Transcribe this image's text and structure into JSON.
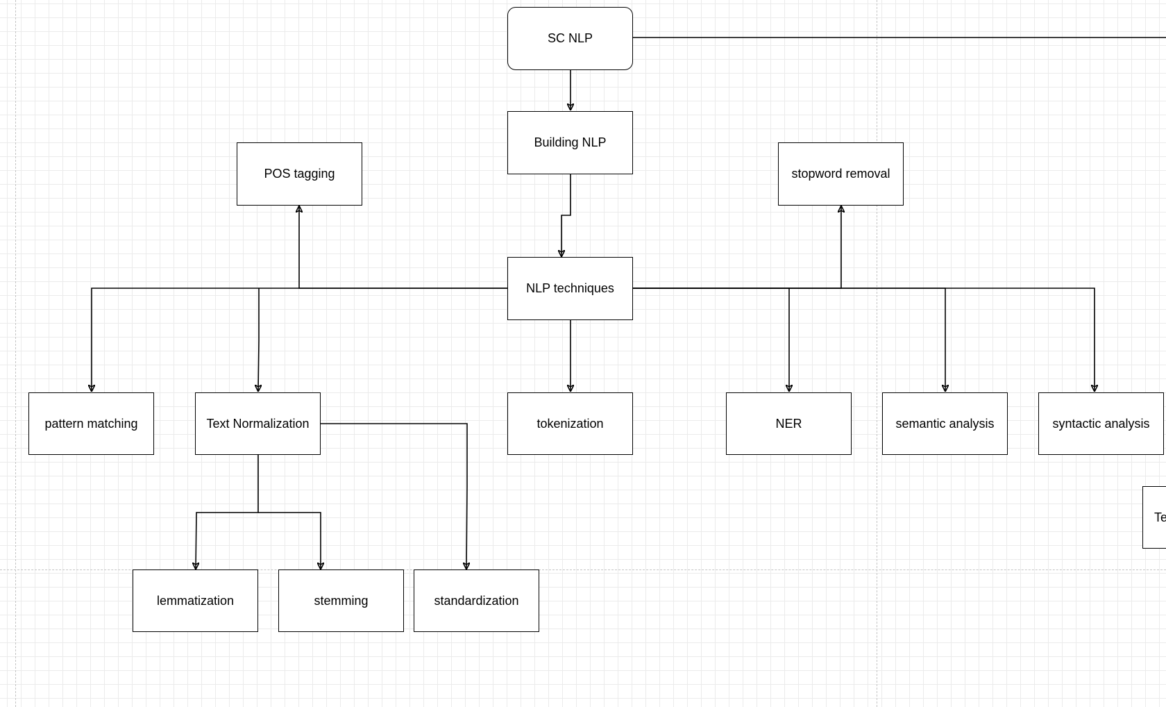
{
  "diagram": {
    "nodes": {
      "sc_nlp": "SC NLP",
      "building_nlp": "Building NLP",
      "pos_tagging": "POS tagging",
      "stopword_removal": "stopword removal",
      "nlp_techniques": "NLP techniques",
      "pattern_matching": "pattern matching",
      "text_normalization": "Text Normalization",
      "tokenization": "tokenization",
      "ner": "NER",
      "semantic_analysis": "semantic analysis",
      "syntactic_analysis": "syntactic analysis",
      "lemmatization": "lemmatization",
      "stemming": "stemming",
      "standardization": "standardization",
      "clipped_node": "Te"
    }
  }
}
